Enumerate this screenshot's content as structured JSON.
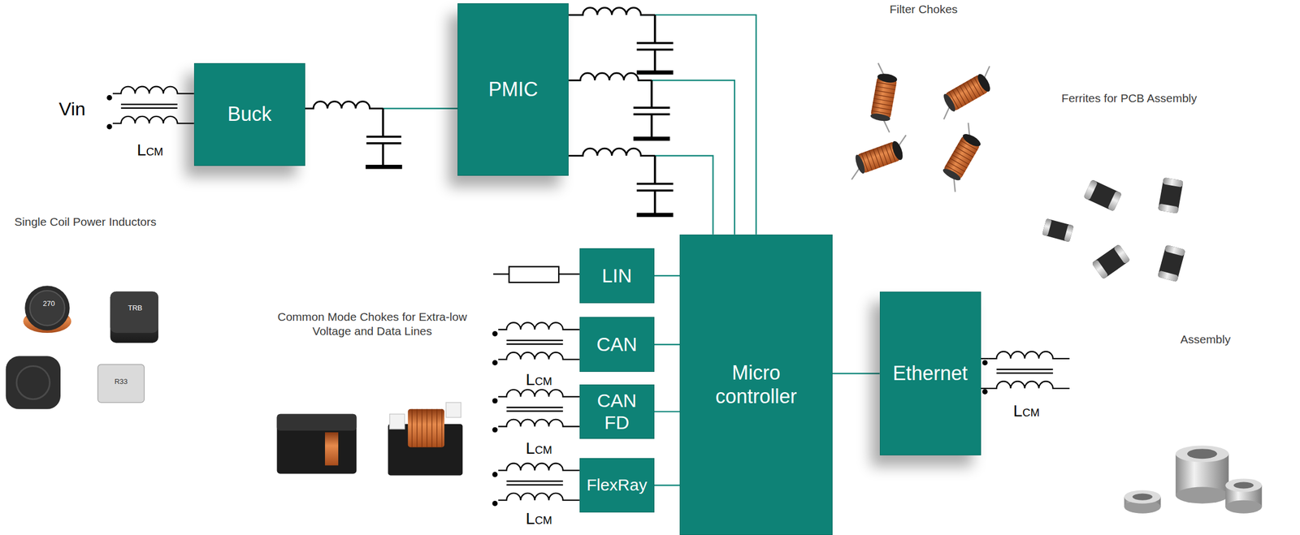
{
  "diagram": {
    "nodes": [
      {
        "text": [
          "Buck"
        ]
      },
      {
        "text": [
          "PMIC"
        ]
      },
      {
        "text": [
          "LIN"
        ]
      },
      {
        "text": [
          "CAN"
        ]
      },
      {
        "text": [
          "CAN FD"
        ]
      },
      {
        "text": [
          "FlexRay"
        ]
      },
      {
        "text": [
          "Micro controller"
        ]
      },
      {
        "text": [
          "Ethernet"
        ]
      }
    ],
    "edges": [
      {
        "from": 0,
        "to": 1,
        "arrow": "none"
      },
      {
        "from": 1,
        "to": 6,
        "arrow": "none"
      },
      {
        "from": 1,
        "to": 6,
        "arrow": "none"
      },
      {
        "from": 1,
        "to": 6,
        "arrow": "none"
      },
      {
        "from": 2,
        "to": 6,
        "arrow": "none"
      },
      {
        "from": 3,
        "to": 6,
        "arrow": "none"
      },
      {
        "from": 4,
        "to": 6,
        "arrow": "none"
      },
      {
        "from": 5,
        "to": 6,
        "arrow": "none"
      },
      {
        "from": 6,
        "to": 7,
        "arrow": "none"
      }
    ],
    "labels": [
      "Filter Chokes",
      "Vin",
      "LCM",
      "Ferrites for PCB Assembly",
      "Single Coil Power Inductors",
      "270",
      "TRB",
      "Common Mode Chokes for Extra-low Voltage and Data Lines",
      "R33",
      "Assembly",
      "LCM",
      "LCM",
      "LCM",
      "LCM"
    ]
  }
}
